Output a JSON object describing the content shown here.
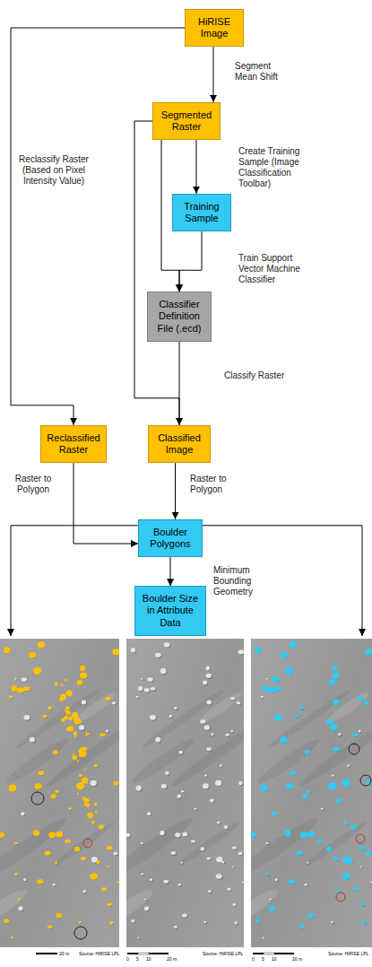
{
  "diagram": {
    "nodes": [
      {
        "text": [
          "HiRISE Image"
        ]
      },
      {
        "text": [
          "Segmented Raster"
        ]
      },
      {
        "text": [
          "Training Sample"
        ]
      },
      {
        "text": [
          "Classifier Definition File (.ecd)"
        ]
      },
      {
        "text": [
          "Reclassified Raster"
        ]
      },
      {
        "text": [
          "Classified Image"
        ]
      },
      {
        "text": [
          "Boulder Polygons"
        ]
      },
      {
        "text": [
          "Boulder Size in Attribute Data"
        ]
      }
    ],
    "edges": [
      {
        "from": 0,
        "to": 1,
        "arrow": "to",
        "label": "Segment Mean Shift"
      },
      {
        "from": 1,
        "to": 2,
        "arrow": "to",
        "label": "Create Training Sample (Image Classification Toolbar)"
      },
      {
        "from": 1,
        "to": 3,
        "arrow": "to",
        "label": "Train Support Vector Machine Classifier"
      },
      {
        "from": 2,
        "to": 3,
        "arrow": "to"
      },
      {
        "from": 0,
        "to": 4,
        "arrow": "to",
        "label": "Reclassify Raster (Based on Pixel Intensity Value)"
      },
      {
        "from": 1,
        "to": 5,
        "arrow": "to"
      },
      {
        "from": 3,
        "to": 5,
        "arrow": "to",
        "label": "Classify Raster"
      },
      {
        "from": 4,
        "to": 6,
        "arrow": "to",
        "label": "Raster to Polygon"
      },
      {
        "from": 5,
        "to": 6,
        "arrow": "to",
        "label": "Raster to Polygon"
      },
      {
        "from": 6,
        "to": 7,
        "arrow": "to",
        "label": "Minimum Bounding Geometry"
      }
    ],
    "labels": [
      "20 m",
      "Source: HiRISE LPL",
      "0",
      "5",
      "10",
      "20 m",
      "Source: HiRISE LPL",
      "0",
      "5",
      "10",
      "20 m",
      "Source: HiRISE LPL"
    ]
  }
}
